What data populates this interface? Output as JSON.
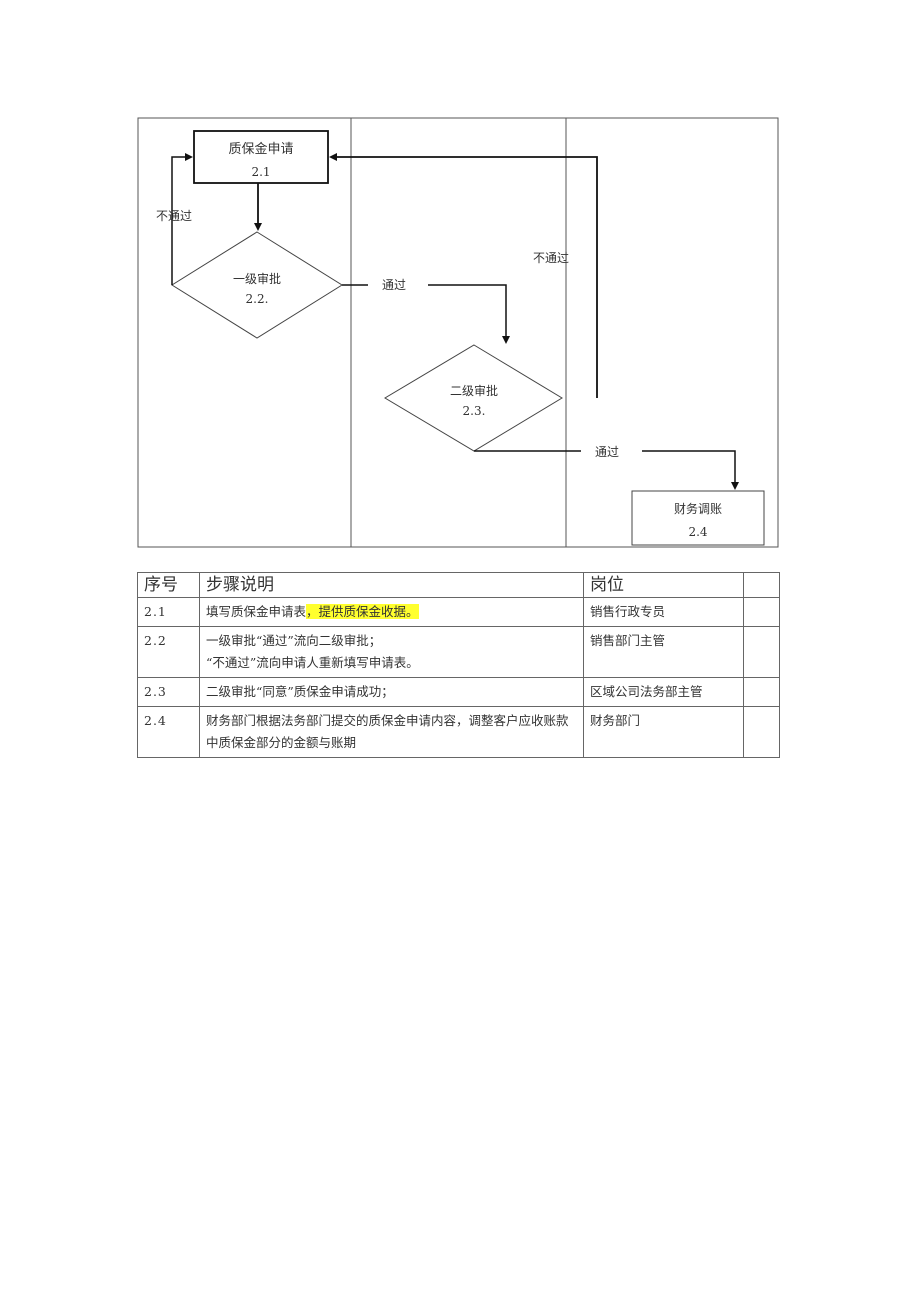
{
  "flowchart": {
    "node_2_1": {
      "title": "质保金申请",
      "id": "2.1"
    },
    "node_2_2": {
      "title": "一级审批",
      "id": "2.2."
    },
    "node_2_3": {
      "title": "二级审批",
      "id": "2.3."
    },
    "node_2_4": {
      "title": "财务调账",
      "id": "2.4"
    },
    "reject_label_1": "不通过",
    "reject_label_2": "不通过",
    "pass_label_1": "通过",
    "pass_label_2": "通过"
  },
  "table": {
    "headers": {
      "seq": "序号",
      "desc": "步骤说明",
      "role": "岗位",
      "extra": ""
    },
    "rows": [
      {
        "seq": "2.1",
        "desc_a": "填写质保金申请表",
        "desc_highlight": "，提供质保金收据。",
        "role": "销售行政专员"
      },
      {
        "seq": "2.2",
        "desc_line1": "一级审批“通过”流向二级审批；",
        "desc_line2": "“不通过”流向申请人重新填写申请表。",
        "role": "销售部门主管"
      },
      {
        "seq": "2.3",
        "desc": "二级审批“同意”质保金申请成功；",
        "role": "区域公司法务部主管"
      },
      {
        "seq": "2.4",
        "desc": "财务部门根据法务部门提交的质保金申请内容，调整客户应收账款中质保金部分的金额与账期",
        "role": "财务部门"
      }
    ]
  }
}
